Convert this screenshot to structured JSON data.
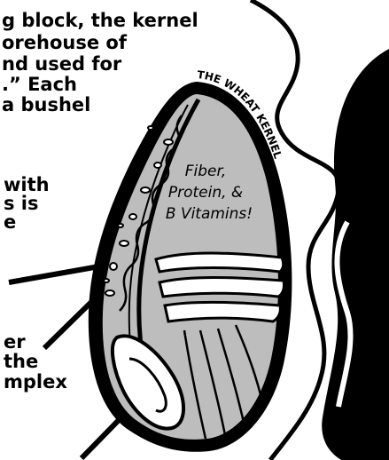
{
  "top_text": {
    "line1": "g block, the kernel",
    "line2": "orehouse of",
    "line3": "nd used for",
    "line4": ".” Each",
    "line5": "a bushel"
  },
  "middle_text": {
    "line1": "with",
    "line2": "s is",
    "line3": "e"
  },
  "lower_text": {
    "line1": "er",
    "line2": "the",
    "line3": "mplex"
  },
  "kernel": {
    "arc_label": "THE WHEAT KERNEL",
    "endosperm_line1": "Fiber,",
    "endosperm_line2": "Protein, &",
    "endosperm_line3": "B Vitamins!"
  },
  "colors": {
    "ink": "#000000",
    "kernel_fill": "#bdbdbd",
    "background": "#ffffff"
  }
}
